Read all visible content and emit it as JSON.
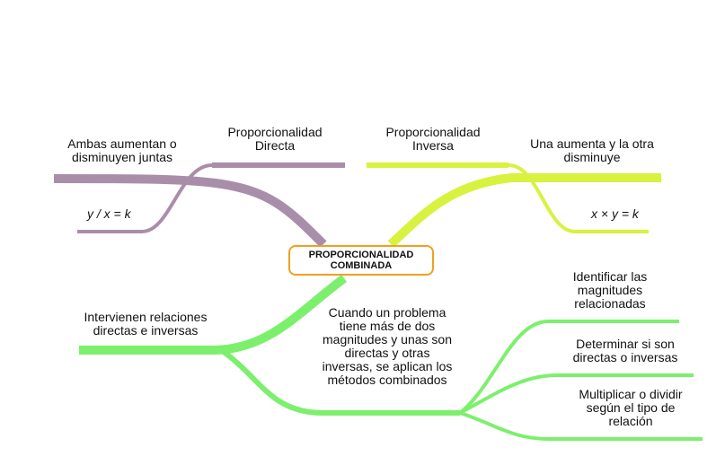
{
  "center": {
    "title": "PROPORCIONALIDAD COMBINADA",
    "border_color": "#F0A020"
  },
  "colors": {
    "direct": "#A98EAA",
    "inverse": "#D8F23F",
    "combined": "#7CF06C"
  },
  "direct": {
    "title": "Proporcionalidad Directa",
    "description": "Ambas aumentan o disminuyen juntas",
    "formula": "y / x = k"
  },
  "inverse": {
    "title": "Proporcionalidad Inversa",
    "description": "Una aumenta y la otra disminuye",
    "formula": "x × y = k"
  },
  "combined": {
    "relation": "Intervienen relaciones directas e inversas",
    "definition": "Cuando un problema tiene más de dos magnitudes y unas son directas y otras inversas, se aplican los métodos combinados",
    "steps": [
      "Identificar las magnitudes relacionadas",
      "Determinar si son directas o inversas",
      "Multiplicar o dividir según el tipo de relación"
    ]
  }
}
